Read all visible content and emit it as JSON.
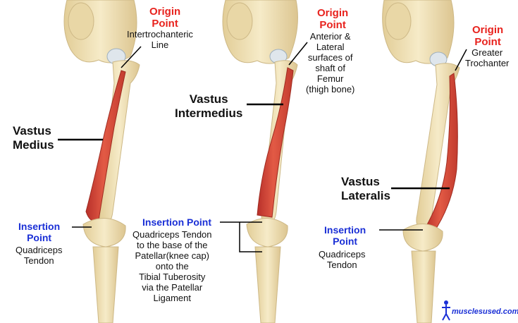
{
  "panels": [
    {
      "muscle": [
        "Vastus",
        "Medius"
      ],
      "origin_heading": [
        "Origin",
        "Point"
      ],
      "origin_desc": [
        "Intertrochanteric",
        "Line"
      ],
      "insertion_heading": [
        "Insertion",
        "Point"
      ],
      "insertion_desc": [
        "Quadriceps",
        "Tendon"
      ]
    },
    {
      "muscle": [
        "Vastus",
        "Intermedius"
      ],
      "origin_heading": [
        "Origin",
        "Point"
      ],
      "origin_desc": [
        "Anterior &",
        "Lateral",
        "surfaces of",
        "shaft of",
        "Femur",
        "(thigh bone)"
      ],
      "insertion_heading": [
        "Insertion Point"
      ],
      "insertion_desc": [
        "Quadriceps Tendon",
        "to the base of the",
        "Patellar(knee cap)",
        "onto the",
        "Tibial Tuberosity",
        "via the Patellar",
        "Ligament"
      ]
    },
    {
      "muscle": [
        "Vastus",
        "Lateralis"
      ],
      "origin_heading": [
        "Origin",
        "Point"
      ],
      "origin_desc": [
        "Greater",
        "Trochanter"
      ],
      "insertion_heading": [
        "Insertion",
        "Point"
      ],
      "insertion_desc": [
        "Quadriceps",
        "Tendon"
      ]
    }
  ],
  "watermark": "musclesused.com",
  "colors": {
    "origin": "#e8231e",
    "insertion": "#1a2fd6",
    "bone": "#f0dfb0",
    "bone_edge": "#cdb886",
    "muscle": "#d9473a",
    "muscle_dark": "#b22d22"
  }
}
